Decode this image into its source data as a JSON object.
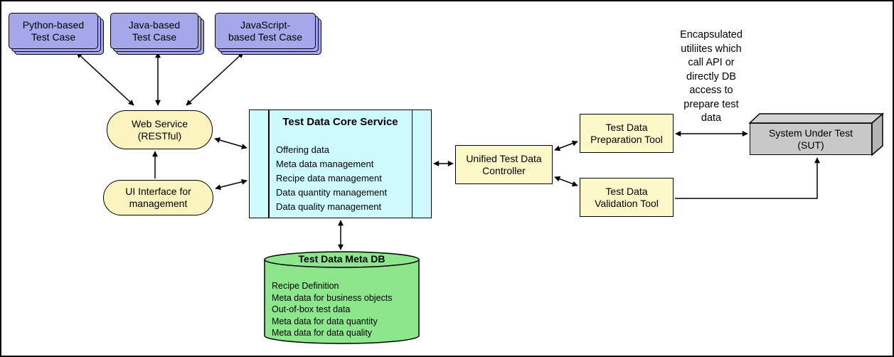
{
  "diagram": {
    "test_cases": {
      "python": {
        "label": "Python-based\nTest Case"
      },
      "java": {
        "label": "Java-based\nTest Case"
      },
      "javascript": {
        "label": "JavaScript-\nbased Test Case"
      }
    },
    "web_service": {
      "label": "Web Service\n(RESTful)"
    },
    "ui_interface": {
      "label": "UI Interface for\nmanagement"
    },
    "core_service": {
      "title": "Test Data Core Service",
      "items": [
        "Offering data",
        "Meta data management",
        "Recipe data management",
        "Data quantity management",
        "Data quality management"
      ]
    },
    "controller": {
      "label": "Unified Test Data\nController"
    },
    "preparation_tool": {
      "label": "Test Data\nPreparation Tool"
    },
    "validation_tool": {
      "label": "Test Data\nValidation Tool"
    },
    "sut": {
      "label": "System Under Test\n(SUT)"
    },
    "annotation": "Encapsulated\nutiliites which\ncall API or\ndirectly DB\naccess to\nprepare test\ndata",
    "meta_db": {
      "title": "Test Data Meta DB",
      "items": [
        "Recipe Definition",
        "Meta data for business objects",
        "Out-of-box test data",
        "Meta data for data quantity",
        "Meta data for data quality"
      ]
    },
    "colors": {
      "test_case_fill": "#A6A6EA",
      "service_fill": "#FCF8C8",
      "stadium_fill": "#FBF4BE",
      "core_fill": "#CCFAFF",
      "db_fill": "#8CE68C",
      "sut_fill": "#C8C8C8",
      "line": "#000000"
    }
  }
}
